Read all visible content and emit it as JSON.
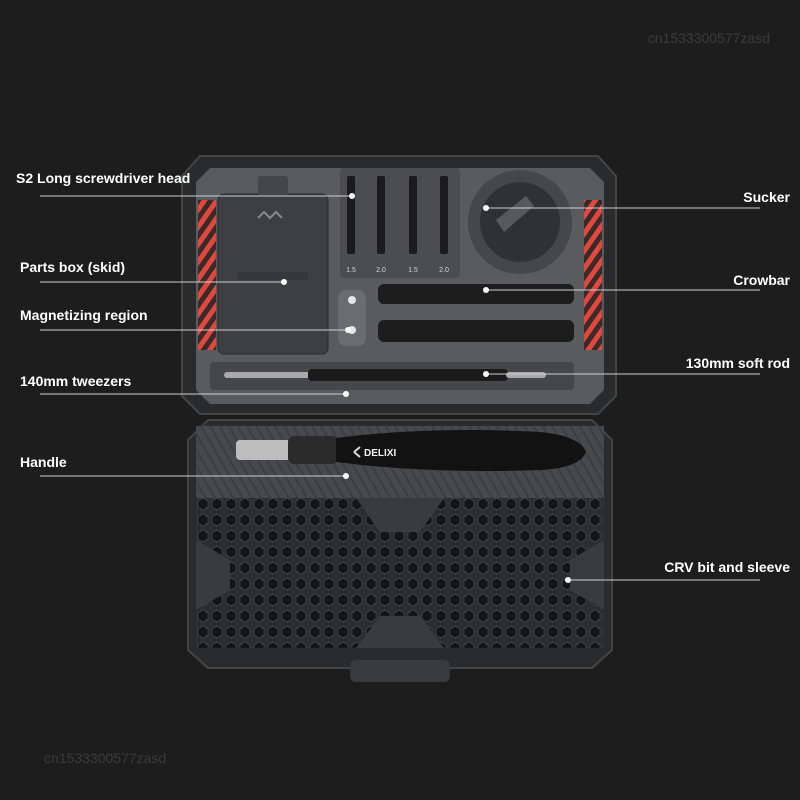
{
  "watermark": {
    "text": "cn1533300577zasd"
  },
  "brand": {
    "logo_text": "DELIXI"
  },
  "callouts": {
    "s2_head": "S2 Long screwdriver head",
    "parts_box": "Parts box (skid)",
    "magnetizing": "Magnetizing region",
    "tweezers": "140mm tweezers",
    "handle": "Handle",
    "sucker": "Sucker",
    "crowbar": "Crowbar",
    "soft_rod": "130mm soft rod",
    "crv_bit": "CRV bit and sleeve"
  },
  "bit_sizes": [
    "1.5",
    "2.0",
    "1.5",
    "2.0"
  ],
  "colors": {
    "background": "#1d1d1d",
    "case": "#3a3b3d",
    "accent_red": "#e0473d",
    "leader_line": "#cfcfcf"
  }
}
